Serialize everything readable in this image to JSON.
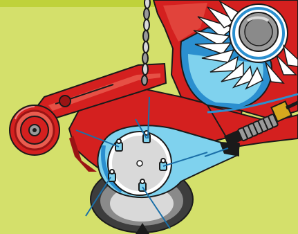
{
  "diagram": {
    "colors": {
      "background": "#d4e06b",
      "top_band": "#bfd23a",
      "frame_red": "#d4201f",
      "frame_red_dark": "#9a1414",
      "frame_red_light": "#ea5c4f",
      "drum_blue": "#7fd2ee",
      "drum_blue_dark": "#2b8fcf",
      "outline": "#1a1a1a",
      "steel": "#9a9a9a",
      "steel_light": "#d9d9d9",
      "tire": "#3d3d3d",
      "tire_light": "#8a8a8a",
      "spring_yellow": "#d6a91e",
      "blade_white": "#ffffff",
      "guide_line": "#1a6fa8"
    },
    "parts": [
      "chain",
      "red-frame",
      "gauge-wheel",
      "shredding-rotor",
      "feed-drum",
      "tension-spring",
      "rear-tire",
      "guide-lines"
    ]
  }
}
